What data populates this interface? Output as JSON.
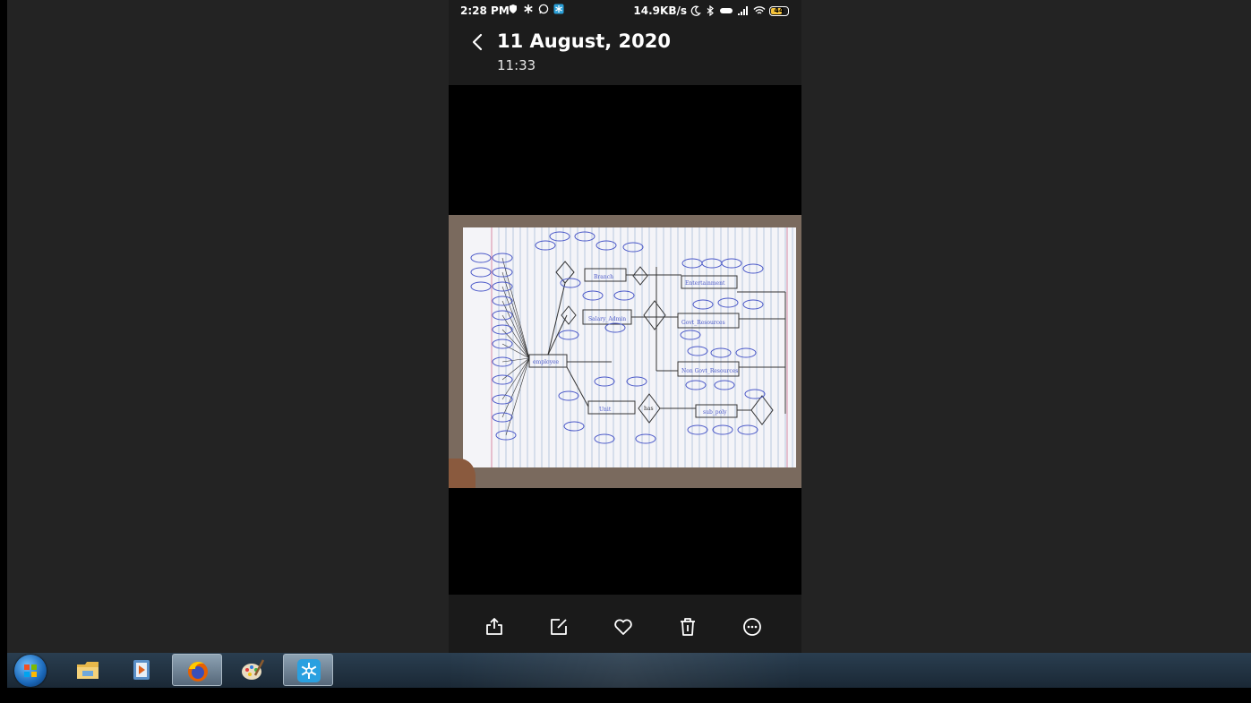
{
  "status_bar": {
    "time": "2:28 PM",
    "net_speed": "14.9KB/s",
    "battery": "44"
  },
  "header": {
    "date": "11 August, 2020",
    "time": "11:33"
  },
  "bottom_actions": [
    {
      "icon": "share-icon"
    },
    {
      "icon": "edit-icon"
    },
    {
      "icon": "favorite-icon"
    },
    {
      "icon": "delete-icon"
    },
    {
      "icon": "more-icon"
    }
  ],
  "taskbar": {
    "items": [
      {
        "icon": "windows-start-icon"
      },
      {
        "icon": "file-explorer-icon"
      },
      {
        "icon": "media-player-icon"
      },
      {
        "icon": "firefox-icon",
        "active": true
      },
      {
        "icon": "paint-icon"
      },
      {
        "icon": "snowflake-app-icon",
        "active": true
      }
    ]
  },
  "colors": {
    "desktop_bg": "#232323",
    "phone_bg": "#000000",
    "bar_bg": "#1c1c1c",
    "taskbar": "#1e2e3c",
    "ink_blue": "#4a58c8"
  }
}
